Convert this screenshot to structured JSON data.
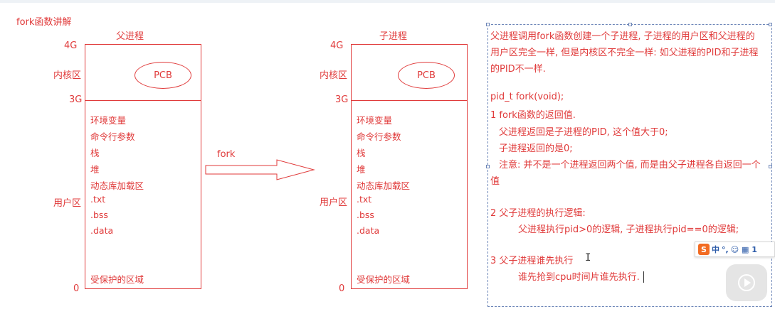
{
  "title": "fork函数讲解",
  "parent": {
    "label": "父进程",
    "top_mark": "4G",
    "mid_mark": "3G",
    "bottom_mark": "0",
    "kernel_label": "内核区",
    "user_label": "用户区",
    "pcb": "PCB",
    "segments": [
      "环境变量",
      "命令行参数",
      "栈",
      "堆",
      "动态库加载区",
      ".txt",
      ".bss",
      ".data"
    ],
    "protected": "受保护的区域"
  },
  "child": {
    "label": "子进程",
    "top_mark": "4G",
    "mid_mark": "3G",
    "bottom_mark": "0",
    "kernel_label": "内核区",
    "user_label": "用户区",
    "pcb": "PCB",
    "segments": [
      "环境变量",
      "命令行参数",
      "栈",
      "堆",
      "动态库加载区",
      ".txt",
      ".bss",
      ".data"
    ],
    "protected": "受保护的区域"
  },
  "arrow_label": "fork",
  "notes": {
    "lines": [
      "父进程调用fork函数创建一个子进程, 子进程的用户区和父进程的",
      "用户区完全一样, 但是内核区不完全一样: 如父进程的PID和子进程",
      "的PID不一样.",
      "pid_t fork(void);",
      "1 fork函数的返回值.",
      "父进程返回是子进程的PID, 这个值大于0;",
      "子进程返回的是0;",
      "注意: 并不是一个进程返回两个值, 而是由父子进程各自返回一个",
      "值",
      "2 父子进程的执行逻辑:",
      "父进程执行pid>0的逻辑, 子进程执行pid==0的逻辑;",
      "3 父子进程谁先执行",
      "谁先抢到cpu时间片谁先执行."
    ]
  },
  "ime": {
    "logo": "S",
    "lang": "中",
    "punct": "°,",
    "extra": "☺ ▦ 1"
  },
  "colors": {
    "diagram": "#e03a3a",
    "textbox_border": "#6d86b8",
    "ime_logo": "#f26b22"
  }
}
